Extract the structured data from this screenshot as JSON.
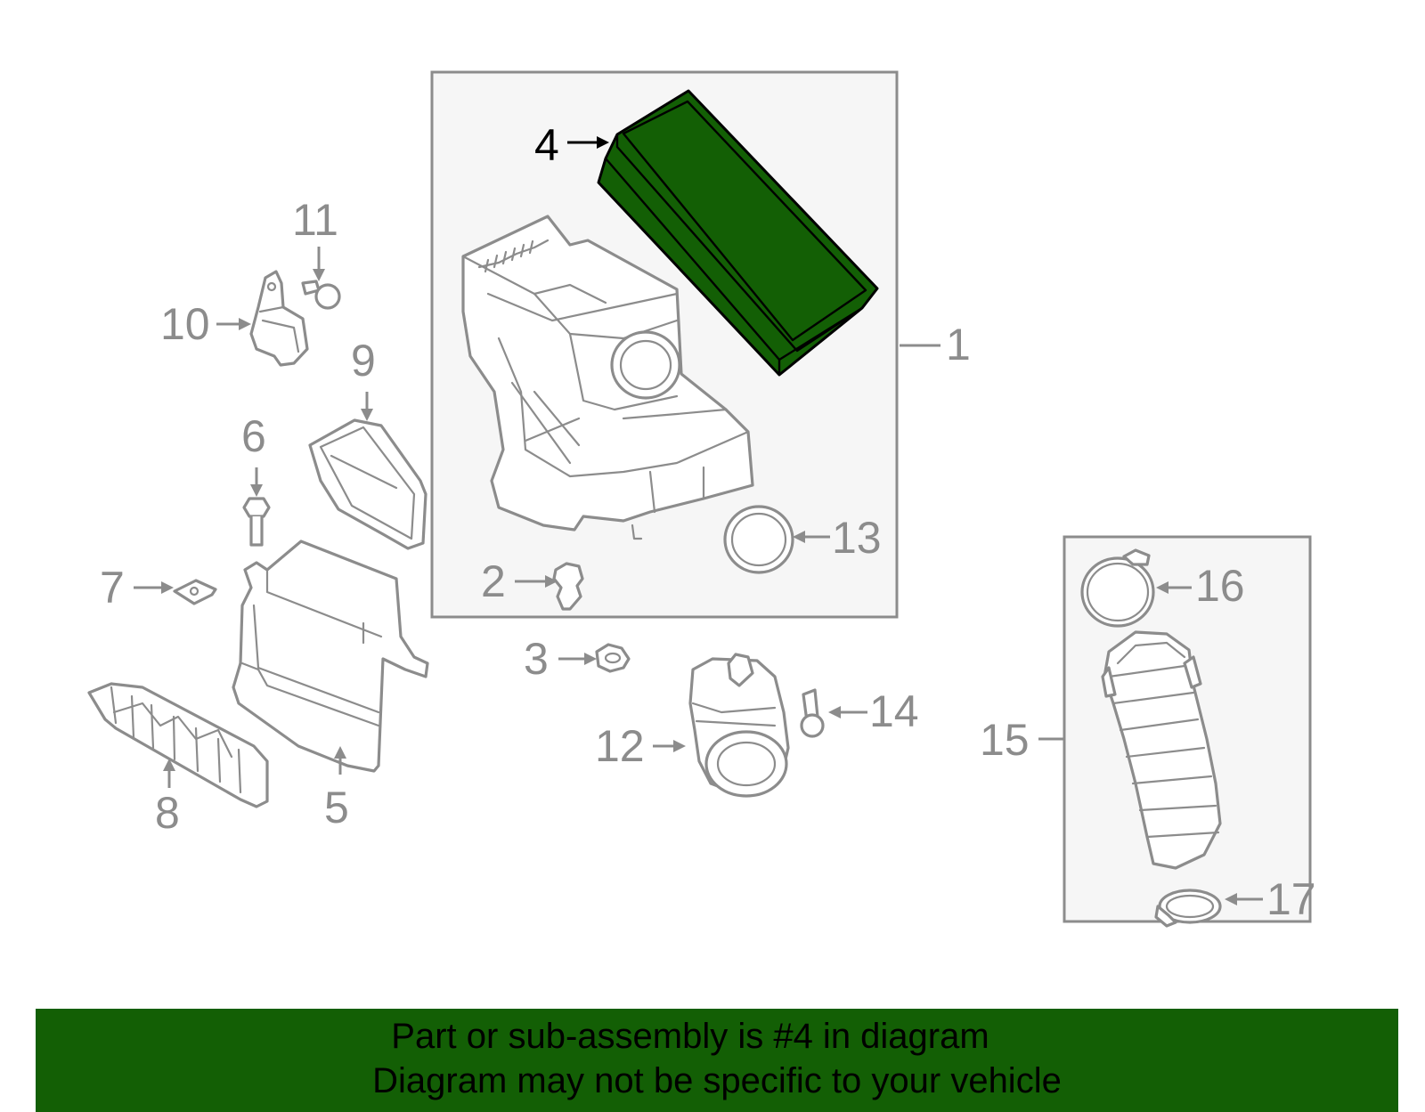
{
  "diagram": {
    "highlighted_part": "4",
    "callouts": {
      "c1": "1",
      "c2": "2",
      "c3": "3",
      "c4": "4",
      "c5": "5",
      "c6": "6",
      "c7": "7",
      "c8": "8",
      "c9": "9",
      "c10": "10",
      "c11": "11",
      "c12": "12",
      "c13": "13",
      "c14": "14",
      "c15": "15",
      "c16": "16",
      "c17": "17"
    },
    "colors": {
      "highlight": "#135f05",
      "line_art": "#8c8c8c",
      "box_fill": "#f6f6f6"
    }
  },
  "banner": {
    "line1": "Part or sub-assembly is #4 in diagram",
    "line2": "Diagram may not be specific to your vehicle"
  }
}
